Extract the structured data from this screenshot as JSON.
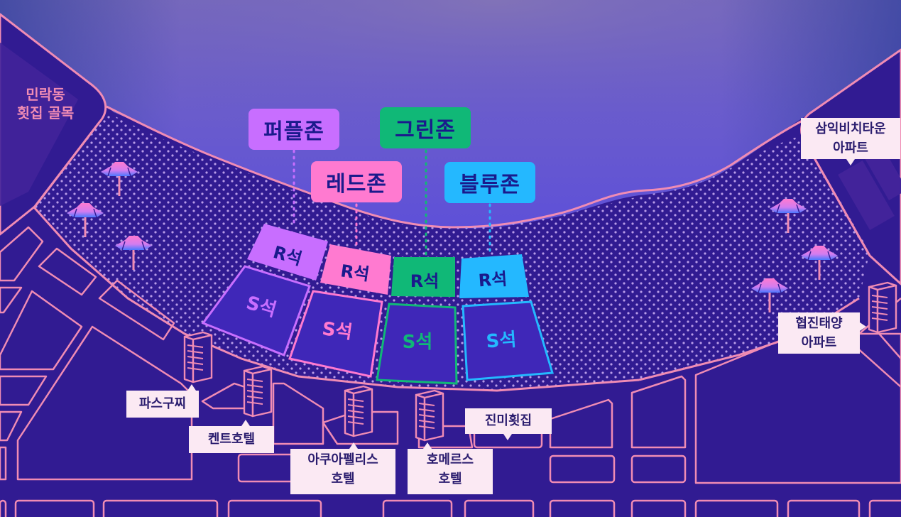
{
  "map": {
    "title": "Seating zone map",
    "colors": {
      "sky_top": "#7a6db3",
      "sky_bottom": "#5e50d8",
      "land": "#311b92",
      "outline": "#f08cb4",
      "purple": "#c86eff",
      "red": "#ff7ad0",
      "green": "#10b877",
      "blue": "#24b8ff",
      "label_bg": "#fbe9f3",
      "label_text": "#2a1c6e"
    },
    "zones": [
      {
        "id": "purple",
        "label": "퍼플존",
        "r_seat": "R석",
        "s_seat": "S석"
      },
      {
        "id": "red",
        "label": "레드존",
        "r_seat": "R석",
        "s_seat": "S석"
      },
      {
        "id": "green",
        "label": "그린존",
        "r_seat": "R석",
        "s_seat": "S석"
      },
      {
        "id": "blue",
        "label": "블루존",
        "r_seat": "R석",
        "s_seat": "S석"
      }
    ],
    "areas": {
      "minrak": "민락동\n횟집 골목"
    },
    "landmarks": [
      {
        "id": "samik",
        "line1": "삼익비치타운",
        "line2": "아파트"
      },
      {
        "id": "hyupjin",
        "line1": "협진태양",
        "line2": "아파트"
      },
      {
        "id": "pascucci",
        "line1": "파스구찌"
      },
      {
        "id": "kent",
        "line1": "켄트호텔"
      },
      {
        "id": "aqua",
        "line1": "아쿠아펠리스",
        "line2": "호텔"
      },
      {
        "id": "homers",
        "line1": "호메르스",
        "line2": "호텔"
      },
      {
        "id": "jinmi",
        "line1": "진미횟집"
      }
    ]
  }
}
